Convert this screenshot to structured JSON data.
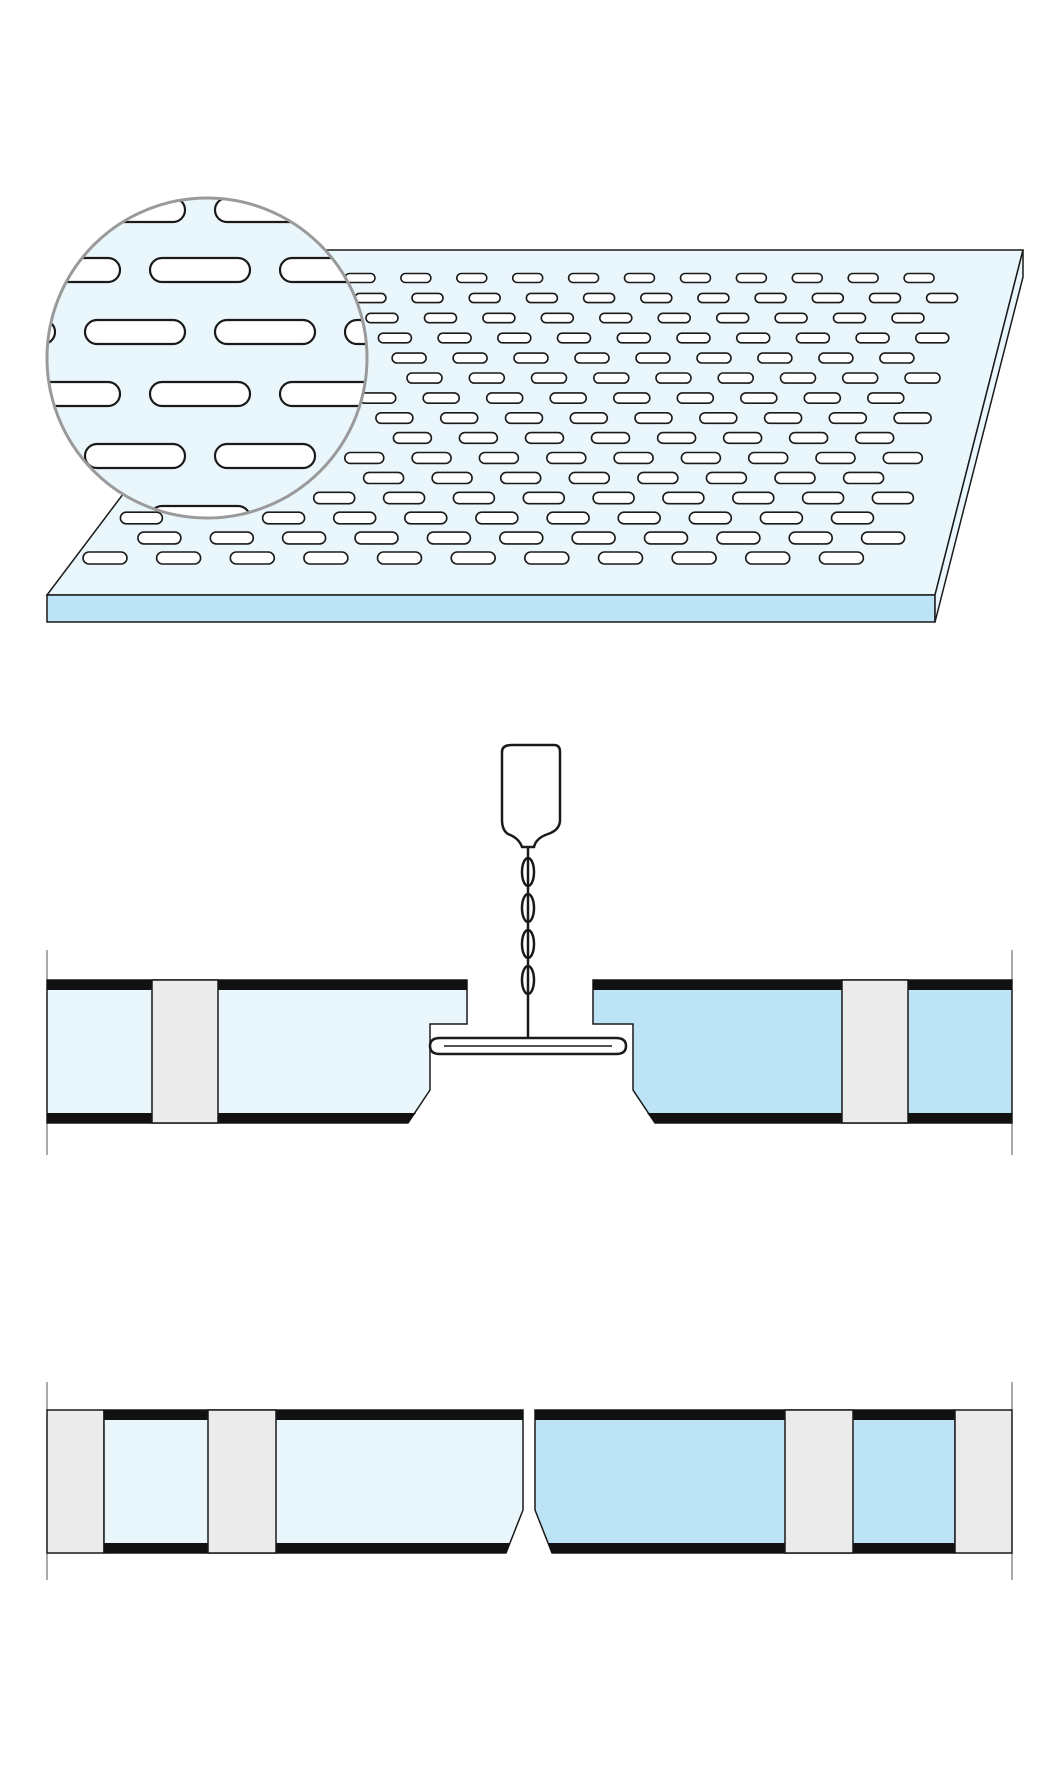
{
  "figures": [
    {
      "id": "perforated-panel-isometric",
      "pattern": "slotted-perforation",
      "magnifier": true
    },
    {
      "id": "exposed-grid-section",
      "joint": "tegular-edge-on-t-bar",
      "suspension": "hanger-wire-loop"
    },
    {
      "id": "concealed-joint-section",
      "joint": "bevelled-butt-joint"
    }
  ],
  "colors": {
    "panel_light": "#e9f6fc",
    "panel_blue": "#bde3f6",
    "insert_grey": "#ebebeb",
    "facing_black": "#111111",
    "lens_rim": "#9a9a9a",
    "outline": "#1a1a1a"
  }
}
